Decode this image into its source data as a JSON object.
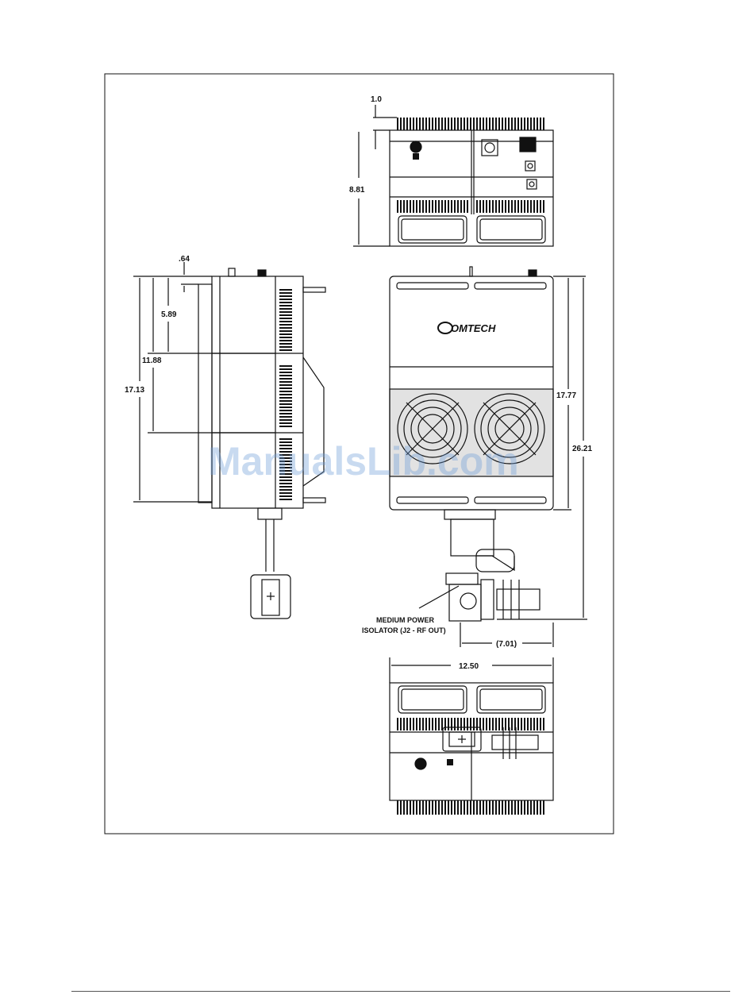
{
  "dimensions": {
    "top_gap": "1.0",
    "top_height": "8.81",
    "side_top_gap": ".64",
    "side_5_89": "5.89",
    "side_11_88": "11.88",
    "side_17_13": "17.13",
    "front_17_77": "17.77",
    "front_26_21": "26.21",
    "isolator_offset": "(7.01)",
    "width": "12.50"
  },
  "labels": {
    "isolator_line1": "MEDIUM POWER",
    "isolator_line2": "ISOLATOR  (J2 - RF OUT)",
    "logo": "OMTECH"
  },
  "watermark": "ManualsLib.com",
  "colors": {
    "line": "#111111",
    "watermark": "#6f9fd8"
  }
}
